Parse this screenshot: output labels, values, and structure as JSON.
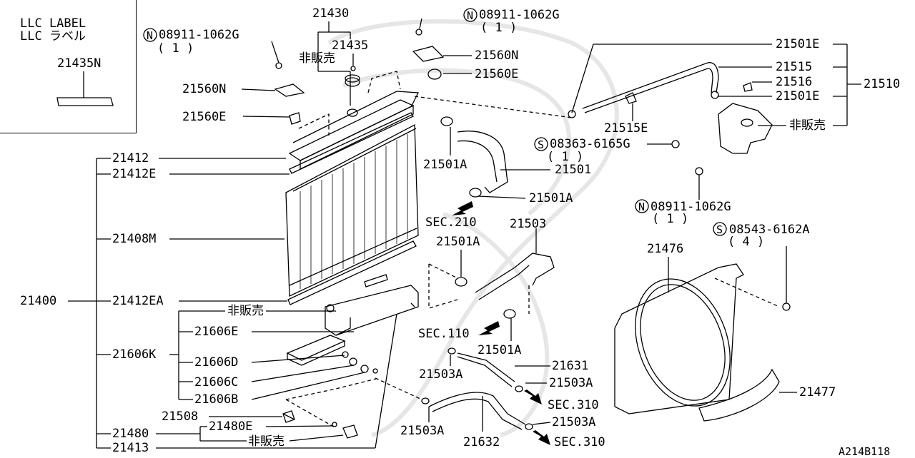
{
  "inset": {
    "title_en": "LLC LABEL",
    "title_jp": "LLC ラベル",
    "part": "21435N"
  },
  "labels": {
    "n08911_a": "08911-1062G",
    "q1_a": "( 1 )",
    "p21430": "21430",
    "hanbai_a": "非販売",
    "p21435": "21435",
    "n08911_b": "08911-1062G",
    "q1_b": "( 1 )",
    "p21560N_r": "21560N",
    "p21560E_r": "21560E",
    "p21560N_l": "21560N",
    "p21560E_l": "21560E",
    "p21501E_a": "21501E",
    "p21515": "21515",
    "p21516": "21516",
    "p21501E_b": "21501E",
    "p21510": "21510",
    "hanbai_b": "非販売",
    "p21515E": "21515E",
    "s08363": "08363-6165G",
    "q1_c": "( 1 )",
    "p21412": "21412",
    "p21412E": "21412E",
    "p21501A_a": "21501A",
    "p21501": "21501",
    "p21501A_b": "21501A",
    "n08911_c": "08911-1062G",
    "q1_d": "( 1 )",
    "sec210": "SEC.210",
    "p21503": "21503",
    "s08543": "08543-6162A",
    "q4": "( 4 )",
    "p21408M": "21408M",
    "p21501A_c": "21501A",
    "p21476": "21476",
    "p21400": "21400",
    "p21412EA": "21412EA",
    "hanbai_c": "非販売",
    "p21606E": "21606E",
    "sec110": "SEC.110",
    "p21501A_d": "21501A",
    "p21606K": "21606K",
    "p21606D": "21606D",
    "p21631": "21631",
    "p21503A_a": "21503A",
    "p21503A_b": "21503A",
    "p21606C": "21606C",
    "p21606B": "21606B",
    "sec310_a": "SEC.310",
    "p21477": "21477",
    "p21508": "21508",
    "p21480E": "21480E",
    "p21503A_c": "21503A",
    "p21503A_d": "21503A",
    "p21480": "21480",
    "hanbai_d": "非販売",
    "sec310_b": "SEC.310",
    "p21413": "21413",
    "p21632": "21632",
    "drawing_code": "A214B118",
    "circle_N": "N",
    "circle_S": "S"
  }
}
